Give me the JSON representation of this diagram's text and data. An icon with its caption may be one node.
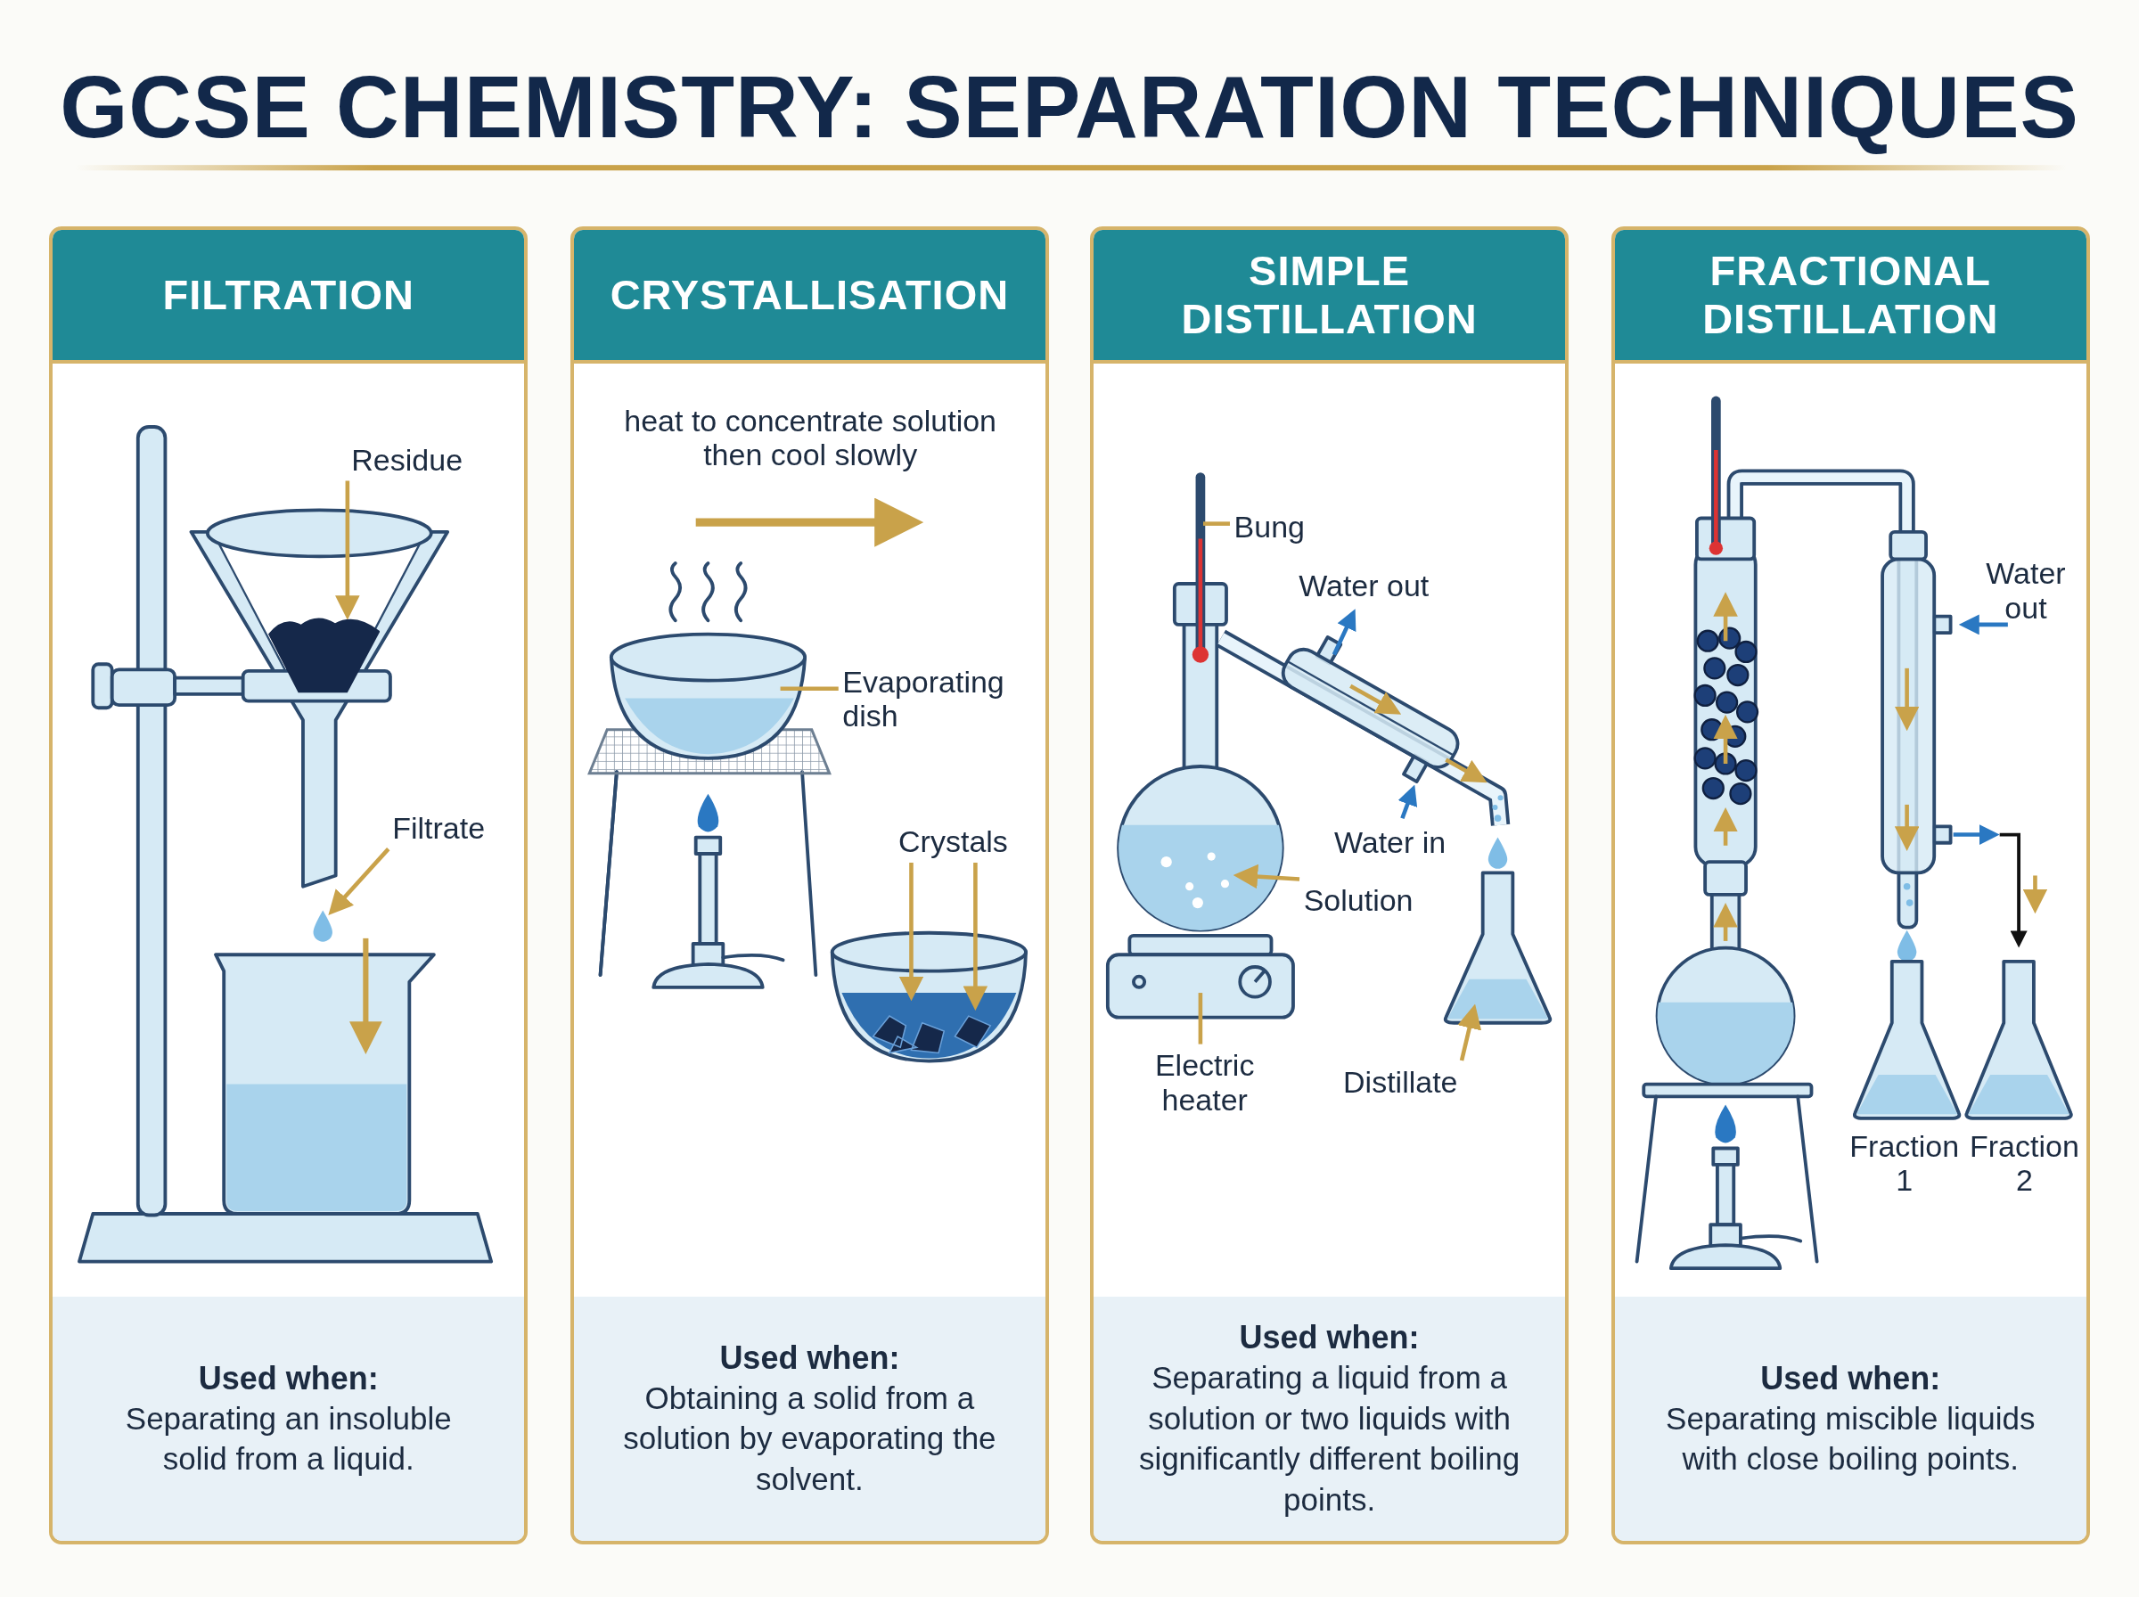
{
  "diagram": {
    "title": "GCSE CHEMISTRY: SEPARATION TECHNIQUES",
    "nodes": [
      {
        "text": [
          "FILTRATION",
          "Used when:",
          "Separating an insoluble solid from a liquid."
        ]
      },
      {
        "text": [
          "CRYSTALLISATION",
          "Used when:",
          "Obtaining a solid from a solution by evaporating the solvent."
        ]
      },
      {
        "text": [
          "SIMPLE DISTILLATION",
          "Used when:",
          "Separating a liquid from a solution or two liquids with significantly different boiling points."
        ]
      },
      {
        "text": [
          "FRACTIONAL DISTILLATION",
          "Used when:",
          "Separating miscible liquids with close boiling points."
        ]
      },
      {
        "text": [
          "Residue"
        ],
        "in": 0
      },
      {
        "text": [
          "Filtrate"
        ],
        "in": 0
      },
      {
        "text": [
          "Evaporating dish"
        ],
        "in": 1
      },
      {
        "text": [
          "Crystals"
        ],
        "in": 1
      },
      {
        "text": [
          "Bung"
        ],
        "in": 2
      },
      {
        "text": [
          "Solution"
        ],
        "in": 2
      },
      {
        "text": [
          "Electric heater"
        ],
        "in": 2
      },
      {
        "text": [
          "Distillate"
        ],
        "in": 2
      },
      {
        "text": [],
        "shape": "picture",
        "in": 0
      },
      {
        "text": [],
        "shape": "picture",
        "in": 0
      }
    ],
    "edges": [
      {
        "from": 4,
        "to": 12,
        "arrow": "to"
      },
      {
        "from": 5,
        "to": 13,
        "arrow": "to"
      },
      {
        "from": 6,
        "to": null,
        "arrow": "none"
      },
      {
        "from": 7,
        "to": null,
        "arrow": "to"
      },
      {
        "from": 7,
        "to": null,
        "arrow": "to"
      },
      {
        "from": 8,
        "to": null,
        "arrow": "none"
      },
      {
        "from": 9,
        "to": null,
        "arrow": "to"
      },
      {
        "from": 10,
        "to": null,
        "arrow": "none"
      },
      {
        "from": 11,
        "to": null,
        "arrow": "to"
      }
    ],
    "labels": [
      "heat to concentrate solution then cool slowly",
      "Water out",
      "Water in",
      "Water out",
      "Fraction 1",
      "Fraction 2"
    ]
  }
}
